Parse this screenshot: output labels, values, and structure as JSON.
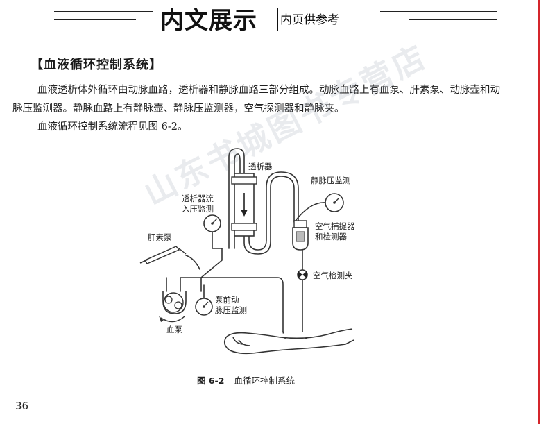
{
  "banner": {
    "title": "内文展示",
    "subtitle": "内页供参考"
  },
  "section": {
    "heading": "【血液循环控制系统】",
    "paragraph1": "血液透析体外循环由动脉血路，透析器和静脉血路三部分组成。动脉血路上有血泵、肝素泵、动脉壶和动脉压监测器。静脉血路上有静脉壶、静脉压监测器，空气探测器和静脉夹。",
    "paragraph2": "血液循环控制系统流程见图 6-2。"
  },
  "figure": {
    "labels": {
      "dialyzer": "透析器",
      "inflow_line1": "透析器流",
      "inflow_line2": "入压监测",
      "venous_pressure": "静脉压监测",
      "air_trap_line1": "空气捕捉器",
      "air_trap_line2": "和检测器",
      "air_clamp": "空气检测夹",
      "heparin_pump": "肝素泵",
      "prepump_line1": "泵前动",
      "prepump_line2": "脉压监测",
      "blood_pump": "血泵"
    },
    "caption_number": "图 6-2",
    "caption_text": "血循环控制系统"
  },
  "watermark": "山东书城图书专营店",
  "page_number": "36",
  "colors": {
    "accent_red": "#d4252b",
    "text": "#1a1a1a"
  }
}
